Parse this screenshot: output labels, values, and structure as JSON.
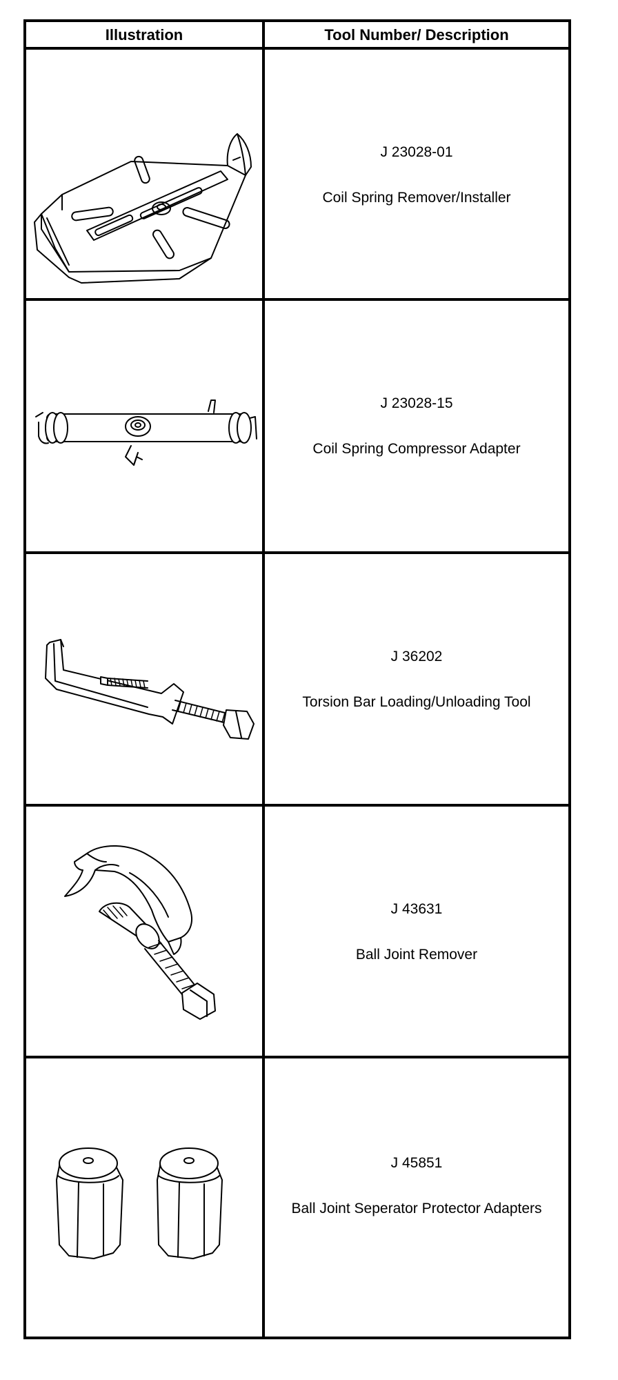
{
  "table": {
    "headers": {
      "illustration": "Illustration",
      "tool": "Tool Number/ Description"
    },
    "rows": [
      {
        "number": "J 23028-01",
        "description": "Coil Spring Remover/Installer",
        "icon": "coil-spring-remover-illustration"
      },
      {
        "number": "J 23028-15",
        "description": "Coil Spring Compressor Adapter",
        "icon": "compressor-adapter-illustration"
      },
      {
        "number": "J 36202",
        "description": "Torsion Bar Loading/Unloading Tool",
        "icon": "torsion-bar-tool-illustration"
      },
      {
        "number": "J 43631",
        "description": "Ball Joint Remover",
        "icon": "ball-joint-remover-illustration"
      },
      {
        "number": "J 45851",
        "description": "Ball Joint Seperator Protector Adapters",
        "icon": "protector-adapters-illustration"
      }
    ]
  }
}
